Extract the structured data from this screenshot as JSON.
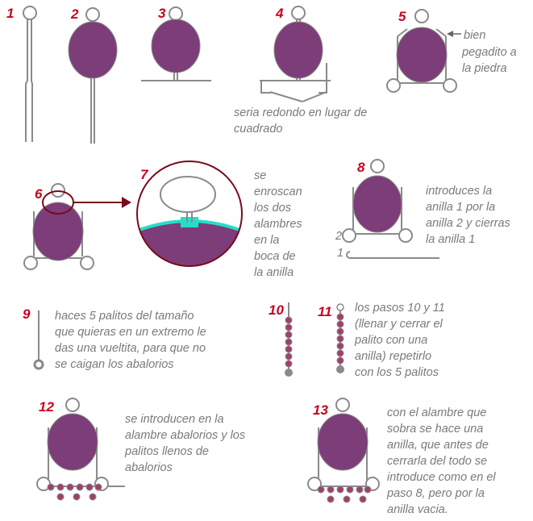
{
  "steps": [
    "1",
    "2",
    "3",
    "4",
    "5",
    "6",
    "7",
    "8",
    "9",
    "10",
    "11",
    "12",
    "13"
  ],
  "labels": {
    "ring_1": "1",
    "ring_2": "2"
  },
  "notes": {
    "step4": [
      "seria redondo en lugar de",
      "cuadrado"
    ],
    "step5": [
      "bien",
      "pegadito a",
      "la piedra"
    ],
    "step7": [
      "se",
      "enroscan",
      "los dos",
      "alambres",
      "en la",
      "boca de",
      "la anilla"
    ],
    "step8": [
      "introduces la",
      "anilla 1 por la",
      "anilla 2 y cierras",
      "la anilla 1"
    ],
    "step9": [
      "haces 5 palitos del tamaño",
      "que quieras en un extremo le",
      "das una vueltita, para que no",
      "se caigan los abalorios"
    ],
    "step11": [
      "los pasos 10 y 11",
      "(llenar y cerrar el",
      "palito con una",
      "anilla) repetirlo",
      "con los 5 palitos"
    ],
    "step12": [
      "se introducen en la",
      "alambre abalorios y los",
      "palitos llenos de",
      "abalorios"
    ],
    "step13": [
      "con el alambre que",
      "sobra se hace una",
      "anilla, que antes de",
      "cerrarla del todo se",
      "introduce como en el",
      "paso 8, pero por la",
      "anilla vacia."
    ]
  },
  "colors": {
    "stone": "#7d3d78",
    "number": "#c8001e",
    "bead": "#a0406a",
    "wire": "#8a8a8a",
    "glue": "#22e0c8"
  }
}
